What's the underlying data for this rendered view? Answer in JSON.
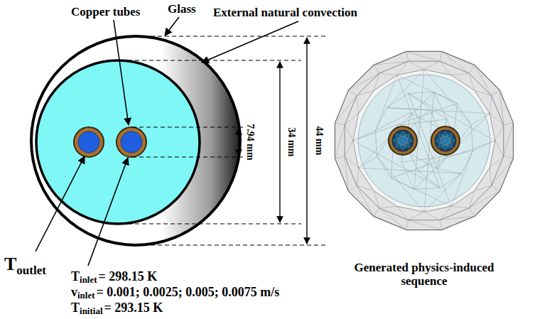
{
  "diagram": {
    "labels": [
      "Copper tubes",
      "Glass",
      "External natural convection",
      "7.94 mm",
      "34 mm",
      "44 mm",
      "T",
      "outlet",
      "T",
      "inlet",
      "= 298.15 K",
      "v",
      "inlet",
      "= 0.001; 0.0025; 0.005; 0.0075 m/s",
      "T",
      "initial",
      "= 293.15 K",
      "Generated physics-induced sequence"
    ]
  }
}
